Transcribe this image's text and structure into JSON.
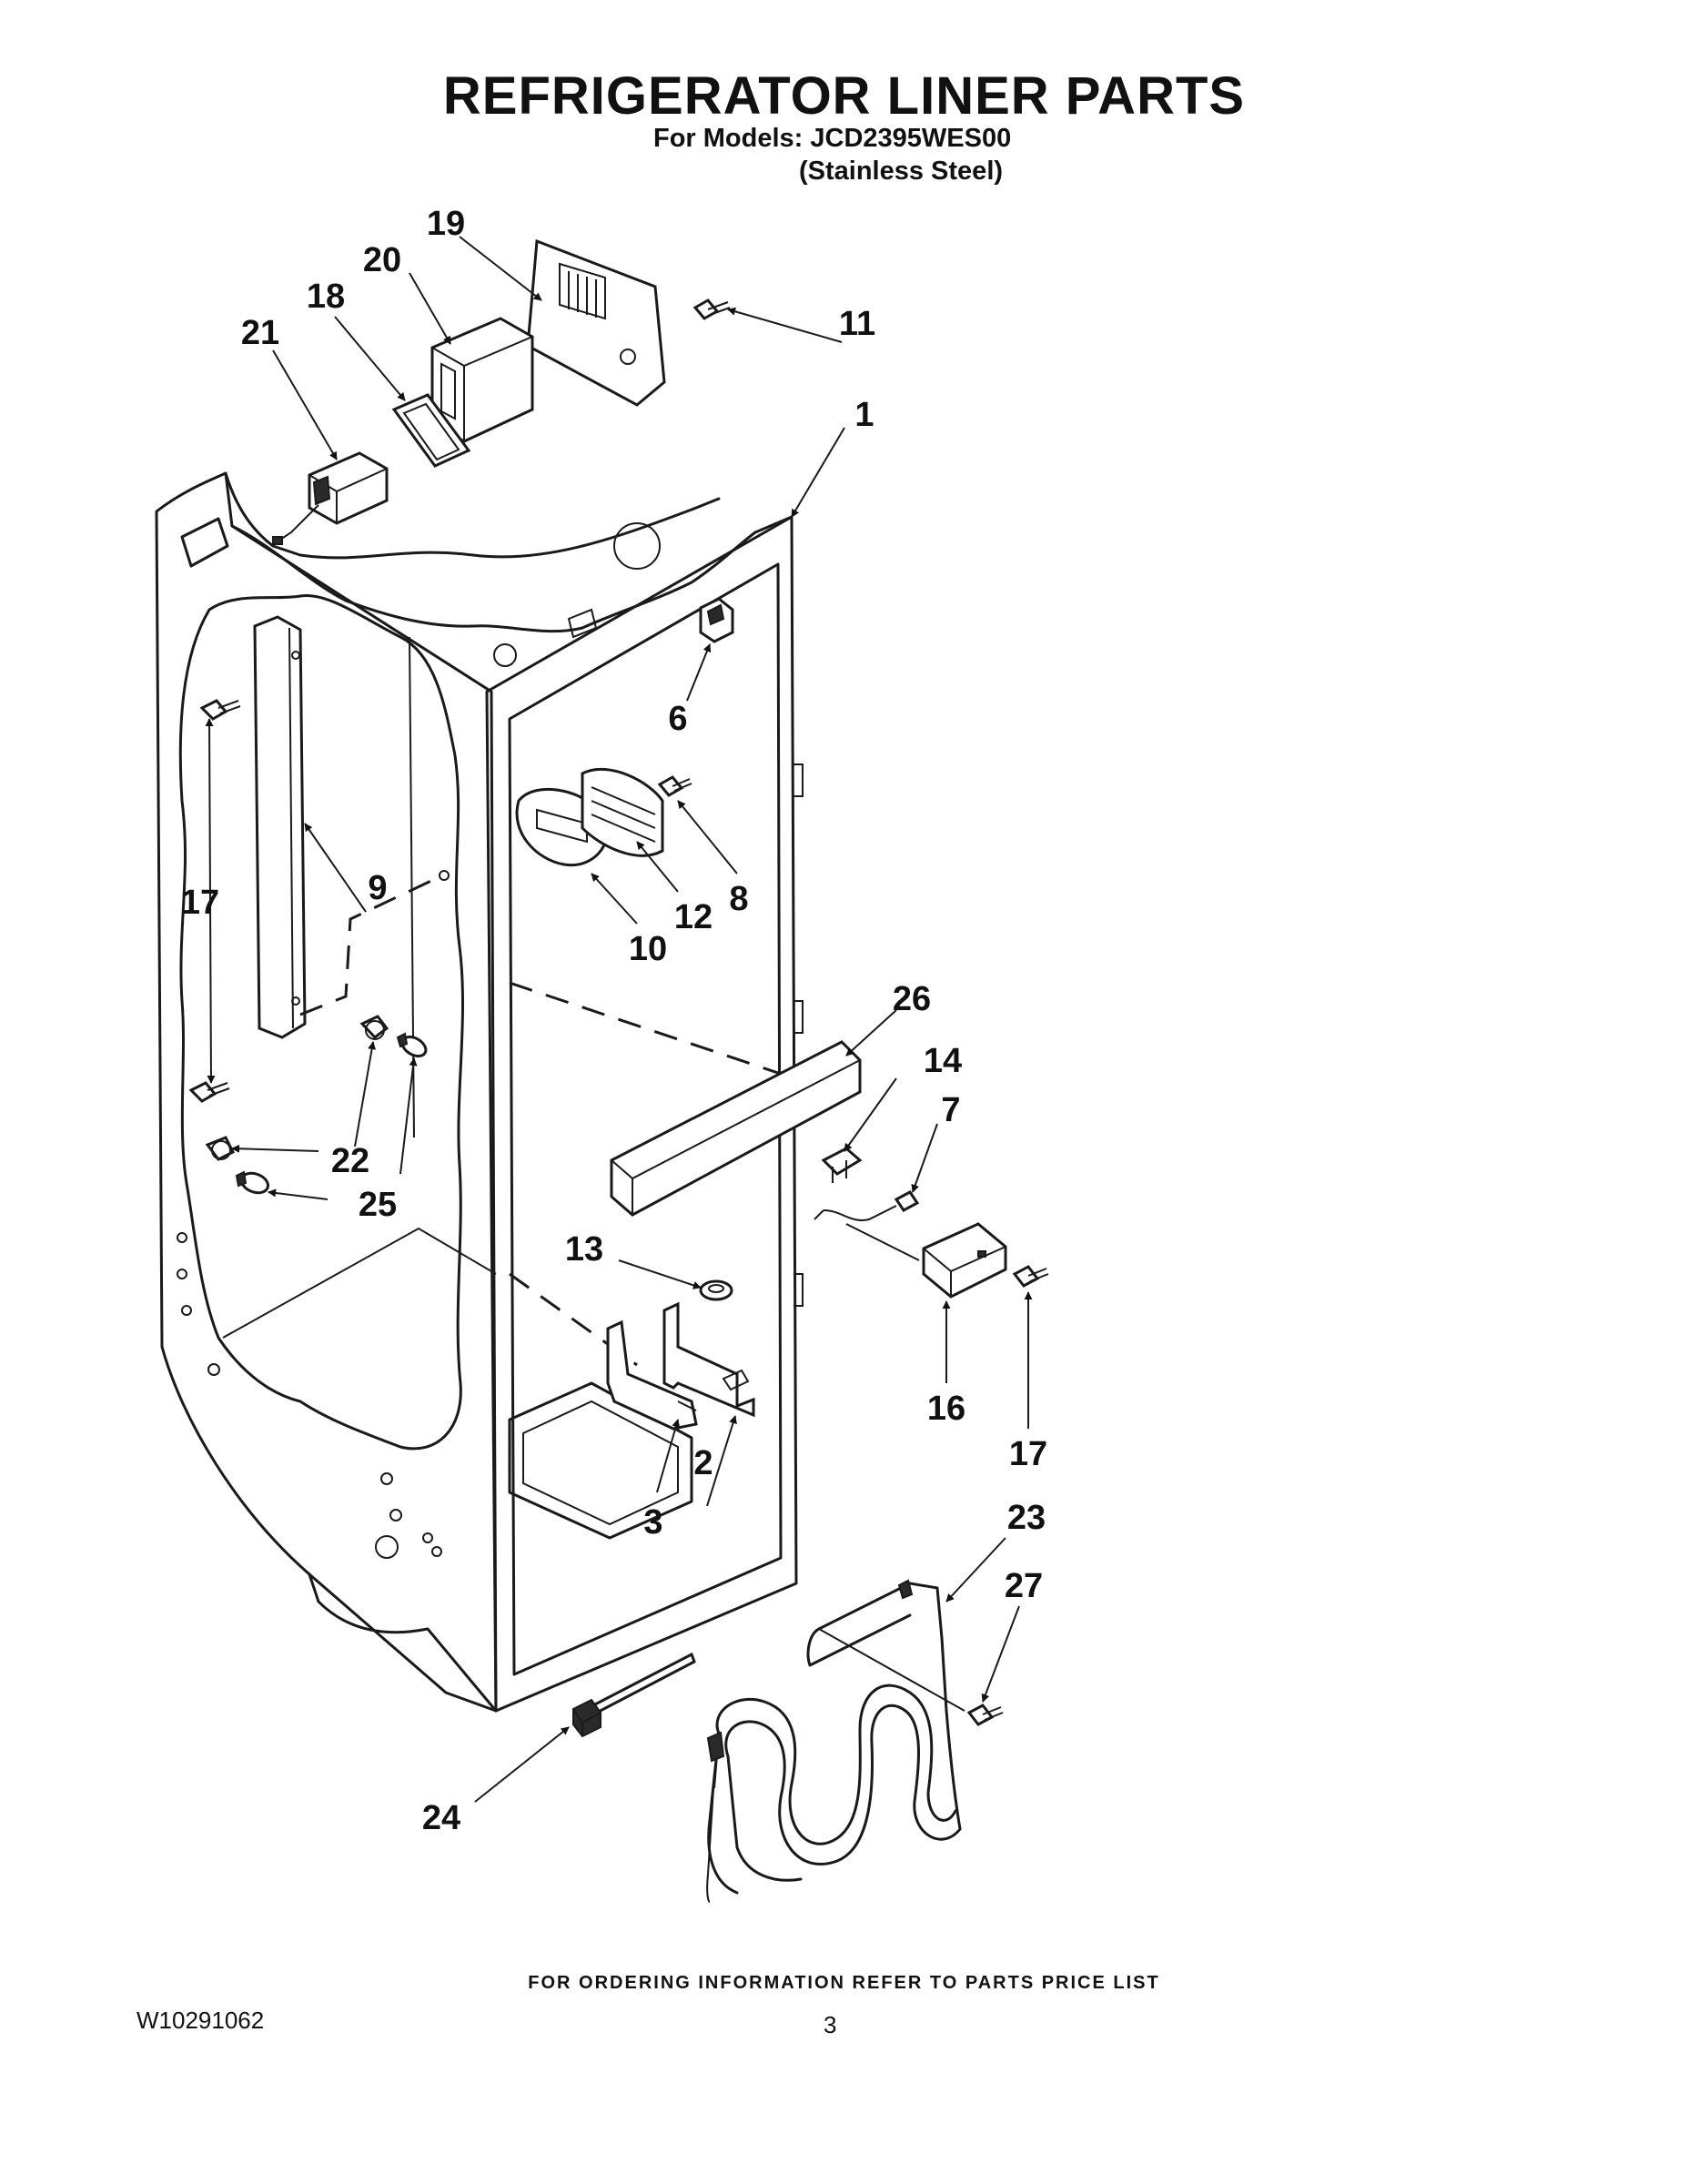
{
  "title": "REFRIGERATOR LINER PARTS",
  "models_label": "For Models: JCD2395WES00",
  "finish": "(Stainless Steel)",
  "footer_note": "FOR ORDERING INFORMATION REFER TO PARTS PRICE LIST",
  "doc_number": "W10291062",
  "page_number": "3",
  "callouts": {
    "c1": "1",
    "c2": "2",
    "c3": "3",
    "c6": "6",
    "c7": "7",
    "c8": "8",
    "c9": "9",
    "c10": "10",
    "c11": "11",
    "c12": "12",
    "c13": "13",
    "c14": "14",
    "c16": "16",
    "c17a": "17",
    "c17b": "17",
    "c18": "18",
    "c19": "19",
    "c20": "20",
    "c21": "21",
    "c22": "22",
    "c23": "23",
    "c24": "24",
    "c25": "25",
    "c26": "26",
    "c27": "27"
  }
}
